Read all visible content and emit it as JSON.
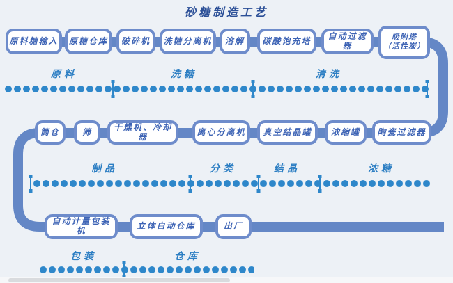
{
  "title": "砂糖制造工艺",
  "top_row": {
    "steps": [
      "原料糖输入",
      "原糖仓库",
      "破碎机",
      "洗糖分离机",
      "溶解",
      "碳酸饱充塔",
      "自动过滤器",
      "吸附塔\n（活性炭）"
    ],
    "sections": [
      "原料",
      "洗糖",
      "清洗"
    ]
  },
  "middle_row": {
    "steps": [
      "筒仓",
      "筛",
      "干燥机、冷却器",
      "离心分离机",
      "真空结晶罐",
      "浓缩罐",
      "陶瓷过滤器"
    ],
    "sections": [
      "制品",
      "分类",
      "结晶",
      "浓糖"
    ]
  },
  "bottom_row": {
    "steps": [
      "自动计量包装机",
      "立体自动仓库",
      "出厂"
    ],
    "sections": [
      "包装",
      "仓库"
    ]
  },
  "colors": {
    "flow_line": "#6487C6",
    "box_border": "#6E8CCB",
    "box_text": "#3E64B5",
    "dots": "#2E87CA",
    "section_label": "#2C7EC3",
    "title": "#2B4F97"
  }
}
